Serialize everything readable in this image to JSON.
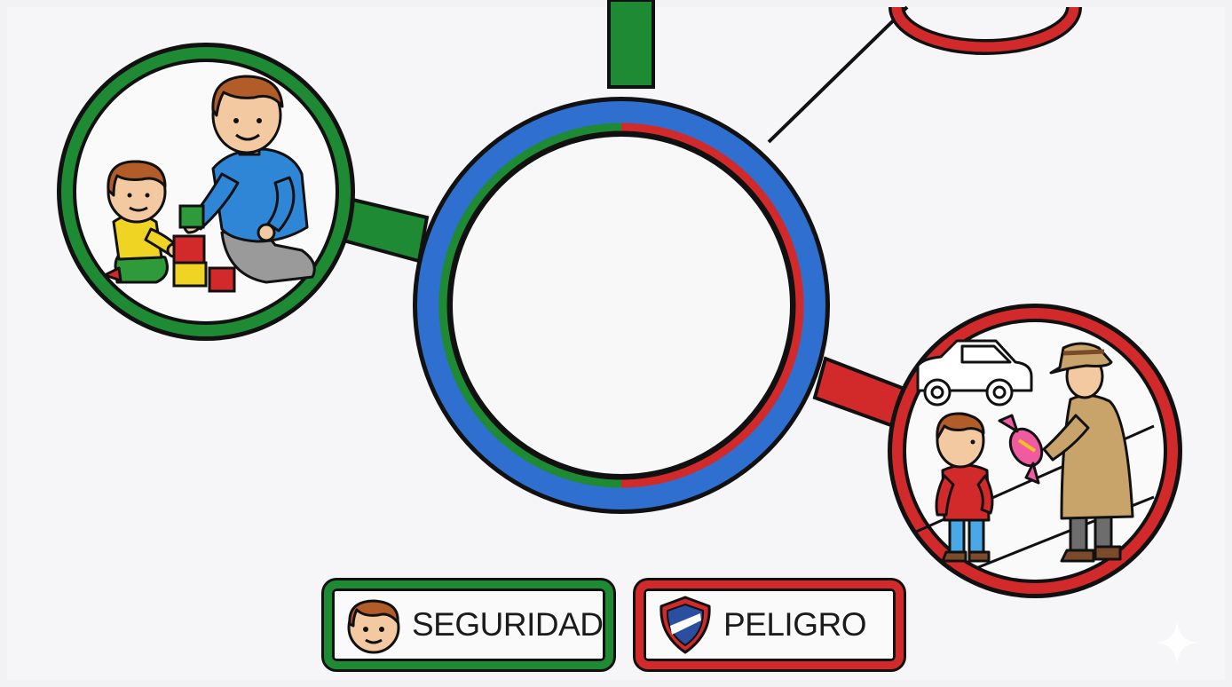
{
  "legend": {
    "safe_label": "SEGURIDAD",
    "safe_icon": "boy-face-icon",
    "danger_label": "PELIGRO",
    "danger_icon": "shield-icon"
  },
  "nodes": {
    "center": "central-circle",
    "safe_scene": "adult-and-child-playing-with-blocks",
    "danger_scene": "stranger-offering-candy-to-child"
  },
  "colors": {
    "safe": "#1f8a34",
    "danger": "#d22a2a",
    "center": "#2f6fd0",
    "outline": "#111111"
  }
}
